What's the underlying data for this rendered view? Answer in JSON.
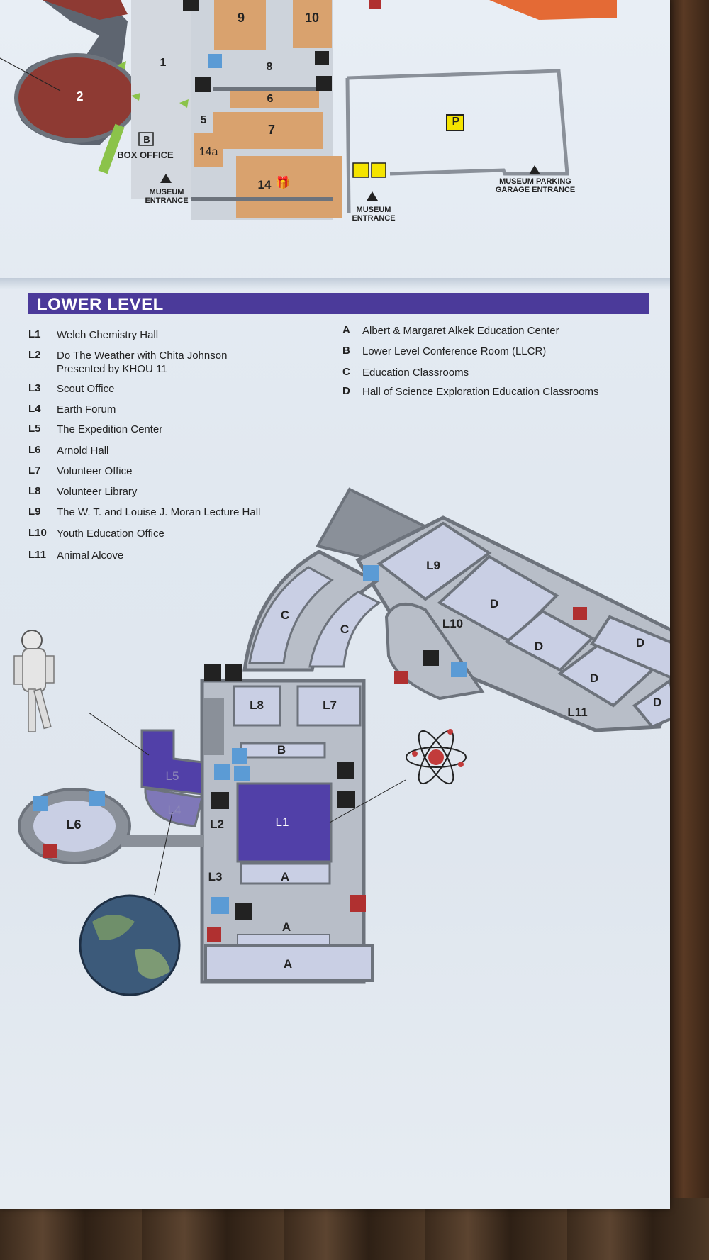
{
  "upper_map": {
    "rooms": [
      "2",
      "1",
      "9",
      "10",
      "8",
      "6",
      "5",
      "7",
      "14a",
      "14",
      "B"
    ],
    "box_office": "BOX OFFICE",
    "parking_symbol": "P",
    "museum_entrance_left": [
      "MUSEUM",
      "ENTRANCE"
    ],
    "museum_entrance_right": [
      "MUSEUM",
      "ENTRANCE"
    ],
    "garage_entrance": [
      "MUSEUM PARKING",
      "GARAGE ENTRANCE"
    ]
  },
  "section_title": "LOWER LEVEL",
  "legend_left": [
    {
      "code": "L1",
      "name": "Welch Chemistry Hall"
    },
    {
      "code": "L2",
      "name": "Do The Weather with Chita Johnson\nPresented by KHOU 11"
    },
    {
      "code": "L3",
      "name": "Scout Office"
    },
    {
      "code": "L4",
      "name": "Earth Forum"
    },
    {
      "code": "L5",
      "name": "The Expedition Center"
    },
    {
      "code": "L6",
      "name": "Arnold Hall"
    },
    {
      "code": "L7",
      "name": "Volunteer Office"
    },
    {
      "code": "L8",
      "name": "Volunteer Library"
    },
    {
      "code": "L9",
      "name": "The W. T. and Louise J. Moran Lecture Hall"
    },
    {
      "code": "L10",
      "name": "Youth Education Office"
    },
    {
      "code": "L11",
      "name": "Animal Alcove"
    }
  ],
  "legend_right": [
    {
      "code": "A",
      "name": "Albert & Margaret Alkek Education Center"
    },
    {
      "code": "B",
      "name": "Lower Level Conference Room (LLCR)"
    },
    {
      "code": "C",
      "name": "Education Classrooms"
    },
    {
      "code": "D",
      "name": "Hall of Science Exploration Education Classrooms"
    }
  ],
  "lower_map": {
    "labels": {
      "L1": "L1",
      "L2": "L2",
      "L3": "L3",
      "L4": "L4",
      "L5": "L5",
      "L6": "L6",
      "L7": "L7",
      "L8": "L8",
      "L9": "L9",
      "L10": "L10",
      "L11": "L11",
      "A": "A",
      "B": "B",
      "C": "C",
      "D": "D"
    }
  },
  "colors": {
    "banner": "#4b3a9a",
    "upper_room": "#d9a26e",
    "upper_room_dark": "#c98a58",
    "red_hall": "#8e3a33",
    "lower_room": "#c9cfe4",
    "l1_purple": "#5140a8",
    "corridor": "#b8bec8",
    "wall": "#6d737c"
  },
  "icons": [
    "restroom-icon",
    "elevator-icon",
    "stairs-icon",
    "emergency-exit-icon",
    "parking-icon",
    "dining-icon",
    "gift-shop-icon",
    "astronaut-icon",
    "atom-icon",
    "earth-globe-icon"
  ]
}
